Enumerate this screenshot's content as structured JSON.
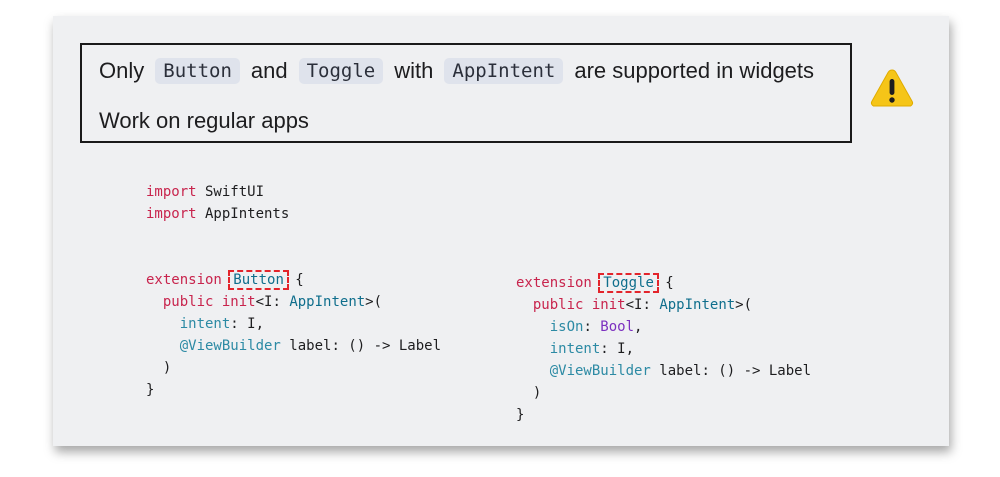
{
  "notice": {
    "only": "Only",
    "button_chip": "Button",
    "and": "and",
    "toggle_chip": "Toggle",
    "with": "with",
    "appintent_chip": "AppIntent",
    "tail": "are supported in widgets",
    "line2": "Work on regular apps"
  },
  "icons": {
    "warning": "warning-triangle-icon"
  },
  "colors": {
    "keyword": "#c8244d",
    "type": "#0f6e8c",
    "param": "#2c8aa4",
    "purple": "#7b2fbf",
    "highlight": "#e3242b"
  },
  "code_left": {
    "l1_kw": "import",
    "l1_rest": " SwiftUI",
    "l2_kw": "import",
    "l2_rest": " AppIntents",
    "l4_kw": "extension",
    "l4_type": "Button",
    "l4_brace": " {",
    "l5_indent": "  ",
    "l5_public": "public",
    "l5_init": "init",
    "l5_mid": "<I: ",
    "l5_type": "AppIntent",
    "l5_end": ">(",
    "l6_indent": "    ",
    "l6_param": "intent",
    "l6_rest": ": I,",
    "l7_indent": "    ",
    "l7_attr": "@ViewBuilder",
    "l7_rest": " label: () -> Label",
    "l8": "  )",
    "l9": "}"
  },
  "code_right": {
    "l1_kw": "extension",
    "l1_type": "Toggle",
    "l1_brace": " {",
    "l2_indent": "  ",
    "l2_public": "public",
    "l2_init": "init",
    "l2_mid": "<I: ",
    "l2_type": "AppIntent",
    "l2_end": ">(",
    "l3_indent": "    ",
    "l3_param": "isOn",
    "l3_colon": ": ",
    "l3_type": "Bool",
    "l3_comma": ",",
    "l4_indent": "    ",
    "l4_param": "intent",
    "l4_rest": ": I,",
    "l5_indent": "    ",
    "l5_attr": "@ViewBuilder",
    "l5_rest": " label: () -> Label",
    "l6": "  )",
    "l7": "}"
  }
}
